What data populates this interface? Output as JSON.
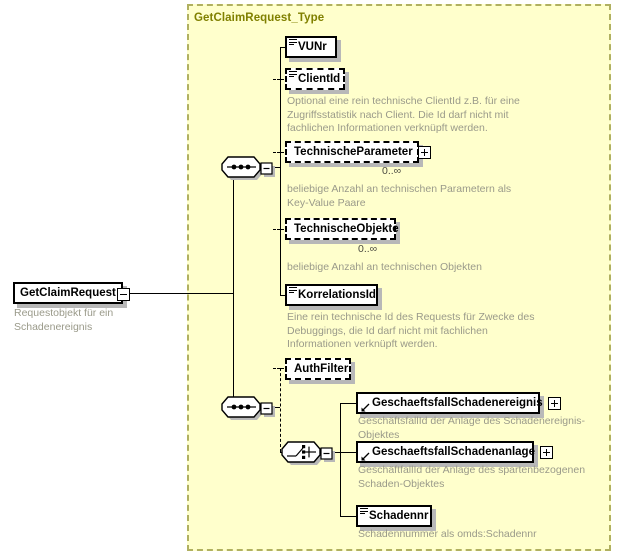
{
  "diagram": {
    "root": {
      "label": "GetClaimRequest",
      "annotation": "Requestobjekt für ein Schadenereignis"
    },
    "type_container": {
      "title": "GetClaimRequest_Type"
    },
    "compositors": [
      {
        "name": "sequence-top",
        "kind": "sequence"
      },
      {
        "name": "sequence-bottom",
        "kind": "sequence"
      },
      {
        "name": "choice",
        "kind": "choice"
      }
    ],
    "nodes": [
      {
        "id": "vunr",
        "label": "VUNr",
        "optional": false,
        "has_attributes": true,
        "expandable": false,
        "is_ref": false,
        "cardinality": "",
        "annotation": ""
      },
      {
        "id": "clientid",
        "label": "ClientId",
        "optional": true,
        "has_attributes": true,
        "expandable": false,
        "is_ref": false,
        "cardinality": "",
        "annotation": "Optional eine rein technische ClientId z.B. für eine\nZugriffsstatistik nach Client. Die Id darf nicht mit\nfachlichen Informationen verknüpft werden."
      },
      {
        "id": "technischeparameter",
        "label": "TechnischeParameter",
        "optional": true,
        "has_attributes": false,
        "expandable": true,
        "is_ref": false,
        "cardinality": "0..∞",
        "annotation": "beliebige Anzahl an technischen Parametern als\nKey-Value Paare"
      },
      {
        "id": "technischeobjekte",
        "label": "TechnischeObjekte",
        "optional": true,
        "has_attributes": false,
        "expandable": false,
        "is_ref": false,
        "cardinality": "0..∞",
        "annotation": "beliebige Anzahl an technischen Objekten"
      },
      {
        "id": "korrelationsid",
        "label": "KorrelationsId",
        "optional": false,
        "has_attributes": true,
        "expandable": false,
        "is_ref": false,
        "cardinality": "",
        "annotation": "Eine rein technische Id des Requests für Zwecke des\nDebuggings, die Id darf nicht mit fachlichen\nInformationen verknüpft werden."
      },
      {
        "id": "authfilter",
        "label": "AuthFilter",
        "optional": true,
        "has_attributes": false,
        "expandable": false,
        "is_ref": false,
        "cardinality": "",
        "annotation": ""
      },
      {
        "id": "geschaeftsfallschadenereignis",
        "label": "GeschaeftsfallSchadenereignis",
        "optional": false,
        "has_attributes": false,
        "expandable": true,
        "is_ref": true,
        "cardinality": "",
        "annotation": "GeschäftsfallId der Anlage des Schadenereignis-Objektes"
      },
      {
        "id": "geschaeftsfallschadenanlage",
        "label": "GeschaeftsfallSchadenanlage",
        "optional": false,
        "has_attributes": false,
        "expandable": true,
        "is_ref": true,
        "cardinality": "",
        "annotation": "GeschäftfallId der Anlage des spartenbezogenen\nSchaden-Objektes"
      },
      {
        "id": "schadennr",
        "label": "Schadennr",
        "optional": false,
        "has_attributes": true,
        "expandable": false,
        "is_ref": false,
        "cardinality": "",
        "annotation": "Schadennummer als omds:Schadennr"
      }
    ],
    "colors": {
      "type_background": "#ffffcc",
      "type_border": "#b0b060",
      "type_title": "#808000",
      "node_border": "#000000",
      "node_background": "#ffffff",
      "annotation_text": "#9a9a8a",
      "connector": "#000000",
      "shadow": "#b8b8b8"
    }
  }
}
